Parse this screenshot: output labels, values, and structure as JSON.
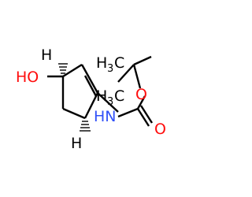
{
  "molecule": {
    "labels": {
      "ho": "HO",
      "h_top": "H",
      "h_bottom": "H",
      "methyl_1": "H",
      "methyl_1_sub": "3",
      "methyl_1_c": "C",
      "methyl_2": "H",
      "methyl_2_sub": "3",
      "methyl_2_c": "C",
      "o_ester": "O",
      "o_carbonyl": "O",
      "nh": "HN"
    },
    "colors": {
      "carbon": "#000000",
      "oxygen": "#ff0d0d",
      "nitrogen": "#3050f8"
    }
  }
}
